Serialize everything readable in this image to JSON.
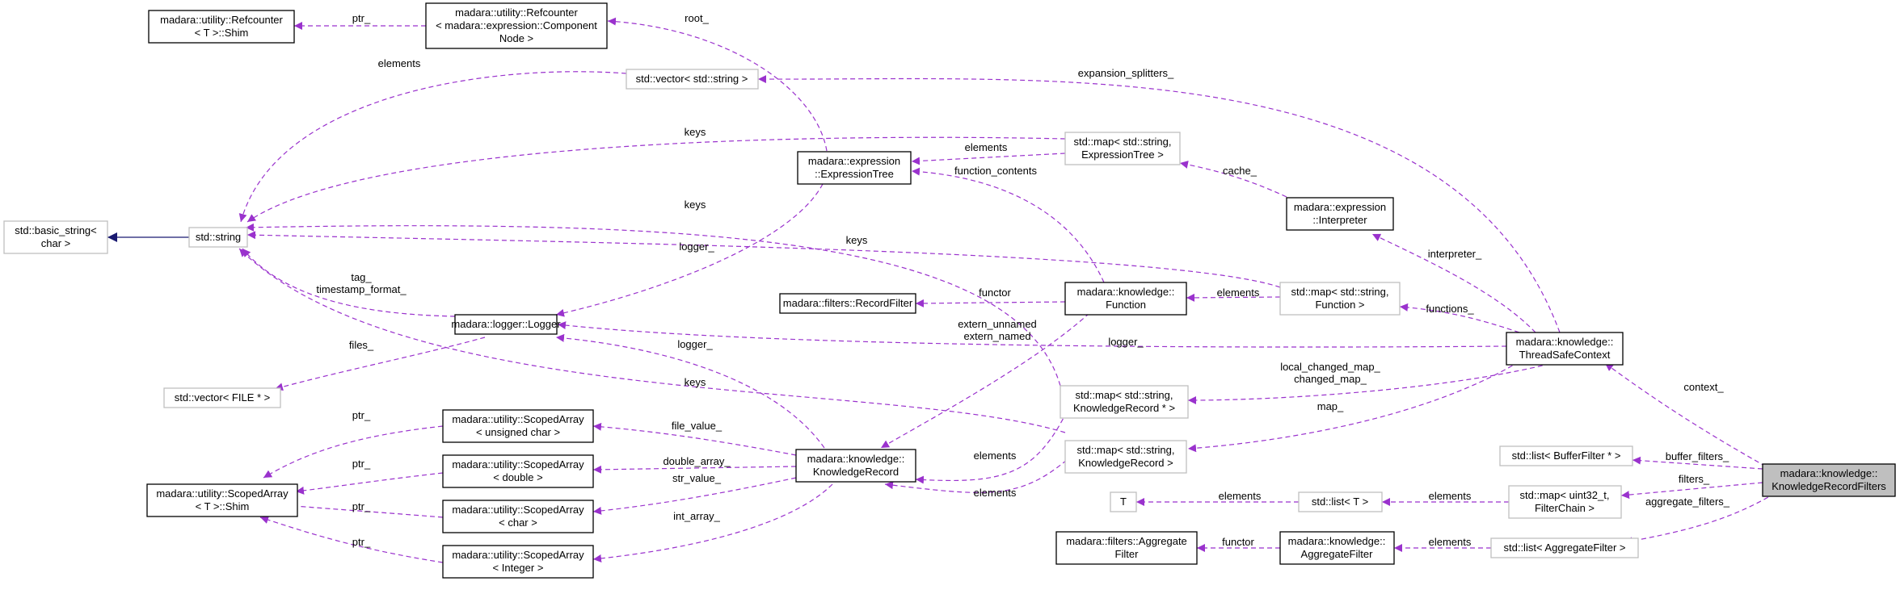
{
  "nodes": {
    "refcounter_shim": [
      "madara::utility::Refcounter",
      "< T >::Shim"
    ],
    "refcounter_component": [
      "madara::utility::Refcounter",
      "< madara::expression::Component",
      "Node >"
    ],
    "vector_string": [
      "std::vector< std::string >"
    ],
    "map_expression_tree": [
      "std::map< std::string,",
      "ExpressionTree >"
    ],
    "expression_tree": [
      "madara::expression",
      "::ExpressionTree"
    ],
    "interpreter": [
      "madara::expression",
      "::Interpreter"
    ],
    "basic_string": [
      "std::basic_string<",
      "char >"
    ],
    "std_string": [
      "std::string"
    ],
    "record_filter": [
      "madara::filters::RecordFilter"
    ],
    "function": [
      "madara::knowledge::",
      "Function"
    ],
    "map_function": [
      "std::map< std::string,",
      "Function >"
    ],
    "logger": [
      "madara::logger::Logger"
    ],
    "thread_safe_context": [
      "madara::knowledge::",
      "ThreadSafeContext"
    ],
    "vector_file": [
      "std::vector< FILE * >"
    ],
    "map_record_ptr": [
      "std::map< std::string,",
      "KnowledgeRecord * >"
    ],
    "scoped_unsigned_char": [
      "madara::utility::ScopedArray",
      "< unsigned char >"
    ],
    "knowledge_record": [
      "madara::knowledge::",
      "KnowledgeRecord"
    ],
    "map_record": [
      "std::map< std::string,",
      "KnowledgeRecord >"
    ],
    "list_buffer_filter": [
      "std::list< BufferFilter * >"
    ],
    "knowledge_record_filters": [
      "madara::knowledge::",
      "KnowledgeRecordFilters"
    ],
    "scoped_double": [
      "madara::utility::ScopedArray",
      "< double >"
    ],
    "scoped_shim": [
      "madara::utility::ScopedArray",
      "< T >::Shim"
    ],
    "t_param": [
      "T"
    ],
    "list_t": [
      "std::list< T >"
    ],
    "map_filter_chain": [
      "std::map< uint32_t,",
      "FilterChain >"
    ],
    "scoped_char": [
      "madara::utility::ScopedArray",
      "< char >"
    ],
    "aggregate_filter_filters": [
      "madara::filters::Aggregate",
      "Filter"
    ],
    "aggregate_filter_knowledge": [
      "madara::knowledge::",
      "AggregateFilter"
    ],
    "list_aggregate_filter": [
      "std::list< AggregateFilter >"
    ],
    "scoped_integer": [
      "madara::utility::ScopedArray",
      "< Integer >"
    ]
  },
  "edge_labels": {
    "ptr_refcounter": "ptr_",
    "root": "root_",
    "elements_vector": "elements",
    "expansion_splitters": "expansion_splitters_",
    "keys_map_tree": "keys",
    "elements_map_tree": "elements",
    "cache": "cache_",
    "function_contents": "function_contents",
    "keys_record_ptr": "keys",
    "keys_map_function": "keys",
    "logger_tree": "logger_",
    "tag_timestamp": [
      "tag_",
      "timestamp_format_"
    ],
    "interpreter": "interpreter_",
    "functor_record": "functor",
    "elements_map_function": "elements",
    "functions": "functions_",
    "extern_named": [
      "extern_unnamed",
      "extern_named"
    ],
    "files": "files_",
    "logger_context": "logger_",
    "logger_record": "logger_",
    "keys_map_record": "keys",
    "changed_map": [
      "local_changed_map_",
      "changed_map_"
    ],
    "ptr_unsigned": "ptr_",
    "file_value": "file_value_",
    "map": "map_",
    "context": "context_",
    "elements_record_ptr": "elements",
    "buffer_filters": "buffer_filters_",
    "ptr_double": "ptr_",
    "double_array": "double_array_",
    "str_value": "str_value_",
    "elements_map_record": "elements",
    "filters": "filters_",
    "ptr_char": "ptr_",
    "elements_list_t": "elements",
    "elements_filter_chain": "elements",
    "aggregate_filters": "aggregate_filters_",
    "int_array": "int_array_",
    "ptr_integer": "ptr_",
    "functor_aggregate": "functor",
    "elements_list_aggregate": "elements"
  }
}
